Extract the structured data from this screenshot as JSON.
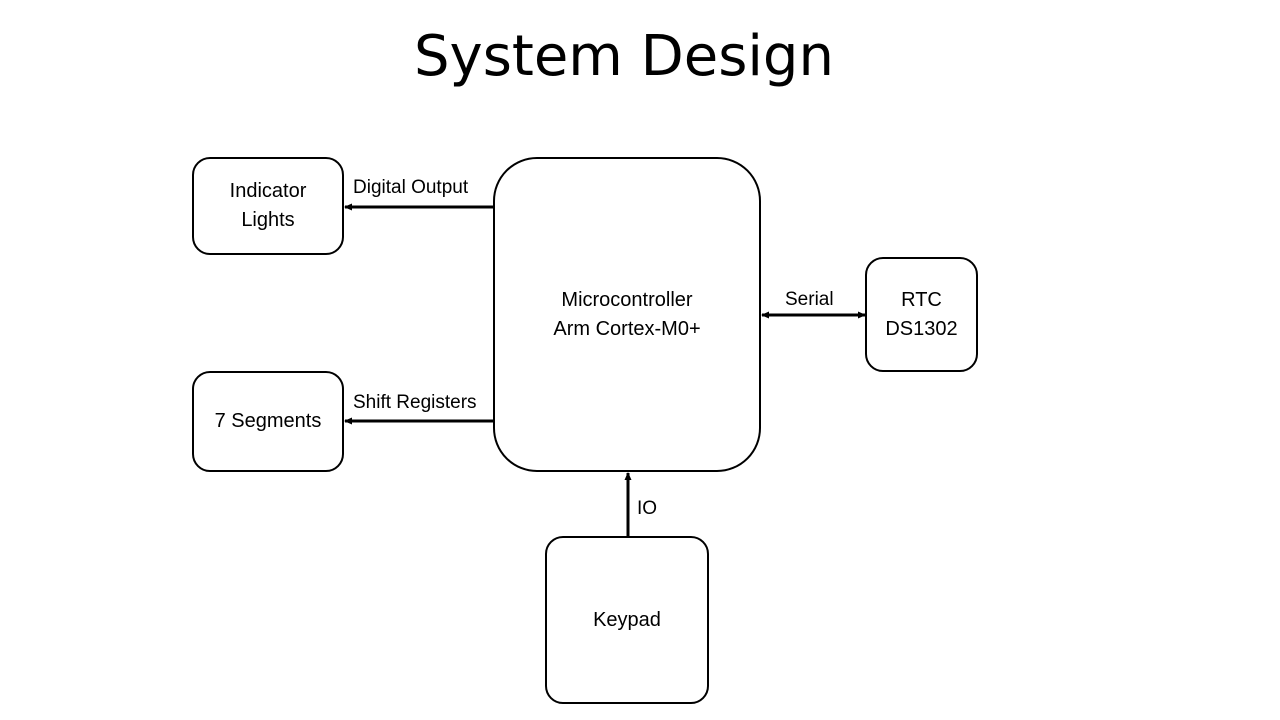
{
  "title": "System Design",
  "blocks": {
    "indicator_lights": {
      "line1": "Indicator",
      "line2": "Lights"
    },
    "seven_segments": {
      "label": "7 Segments"
    },
    "microcontroller": {
      "line1": "Microcontroller",
      "line2": "Arm Cortex-M0+"
    },
    "rtc": {
      "line1": "RTC",
      "line2": "DS1302"
    },
    "keypad": {
      "label": "Keypad"
    }
  },
  "connections": {
    "digital_output": "Digital Output",
    "shift_registers": "Shift Registers",
    "serial": "Serial",
    "io": "IO"
  }
}
